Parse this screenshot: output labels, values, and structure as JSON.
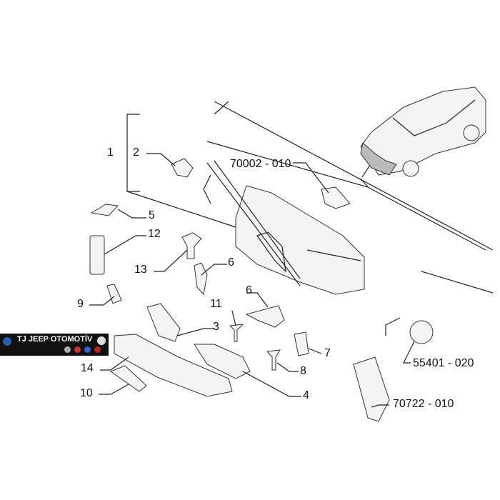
{
  "callouts": {
    "c1": "1",
    "c2": "2",
    "c70002": "70002 - 010",
    "c5": "5",
    "c12": "12",
    "c13": "13",
    "c6a": "6",
    "c9": "9",
    "c6b": "6",
    "c11": "11",
    "c3": "3",
    "c7": "7",
    "c8": "8",
    "c14": "14",
    "c10": "10",
    "c4": "4",
    "c55401": "55401 - 020",
    "c70722": "70722 - 010"
  },
  "banner": {
    "title": "TJ JEEP OTOMOTİV",
    "colors": {
      "background": "#111111",
      "text": "#ffffff"
    }
  }
}
